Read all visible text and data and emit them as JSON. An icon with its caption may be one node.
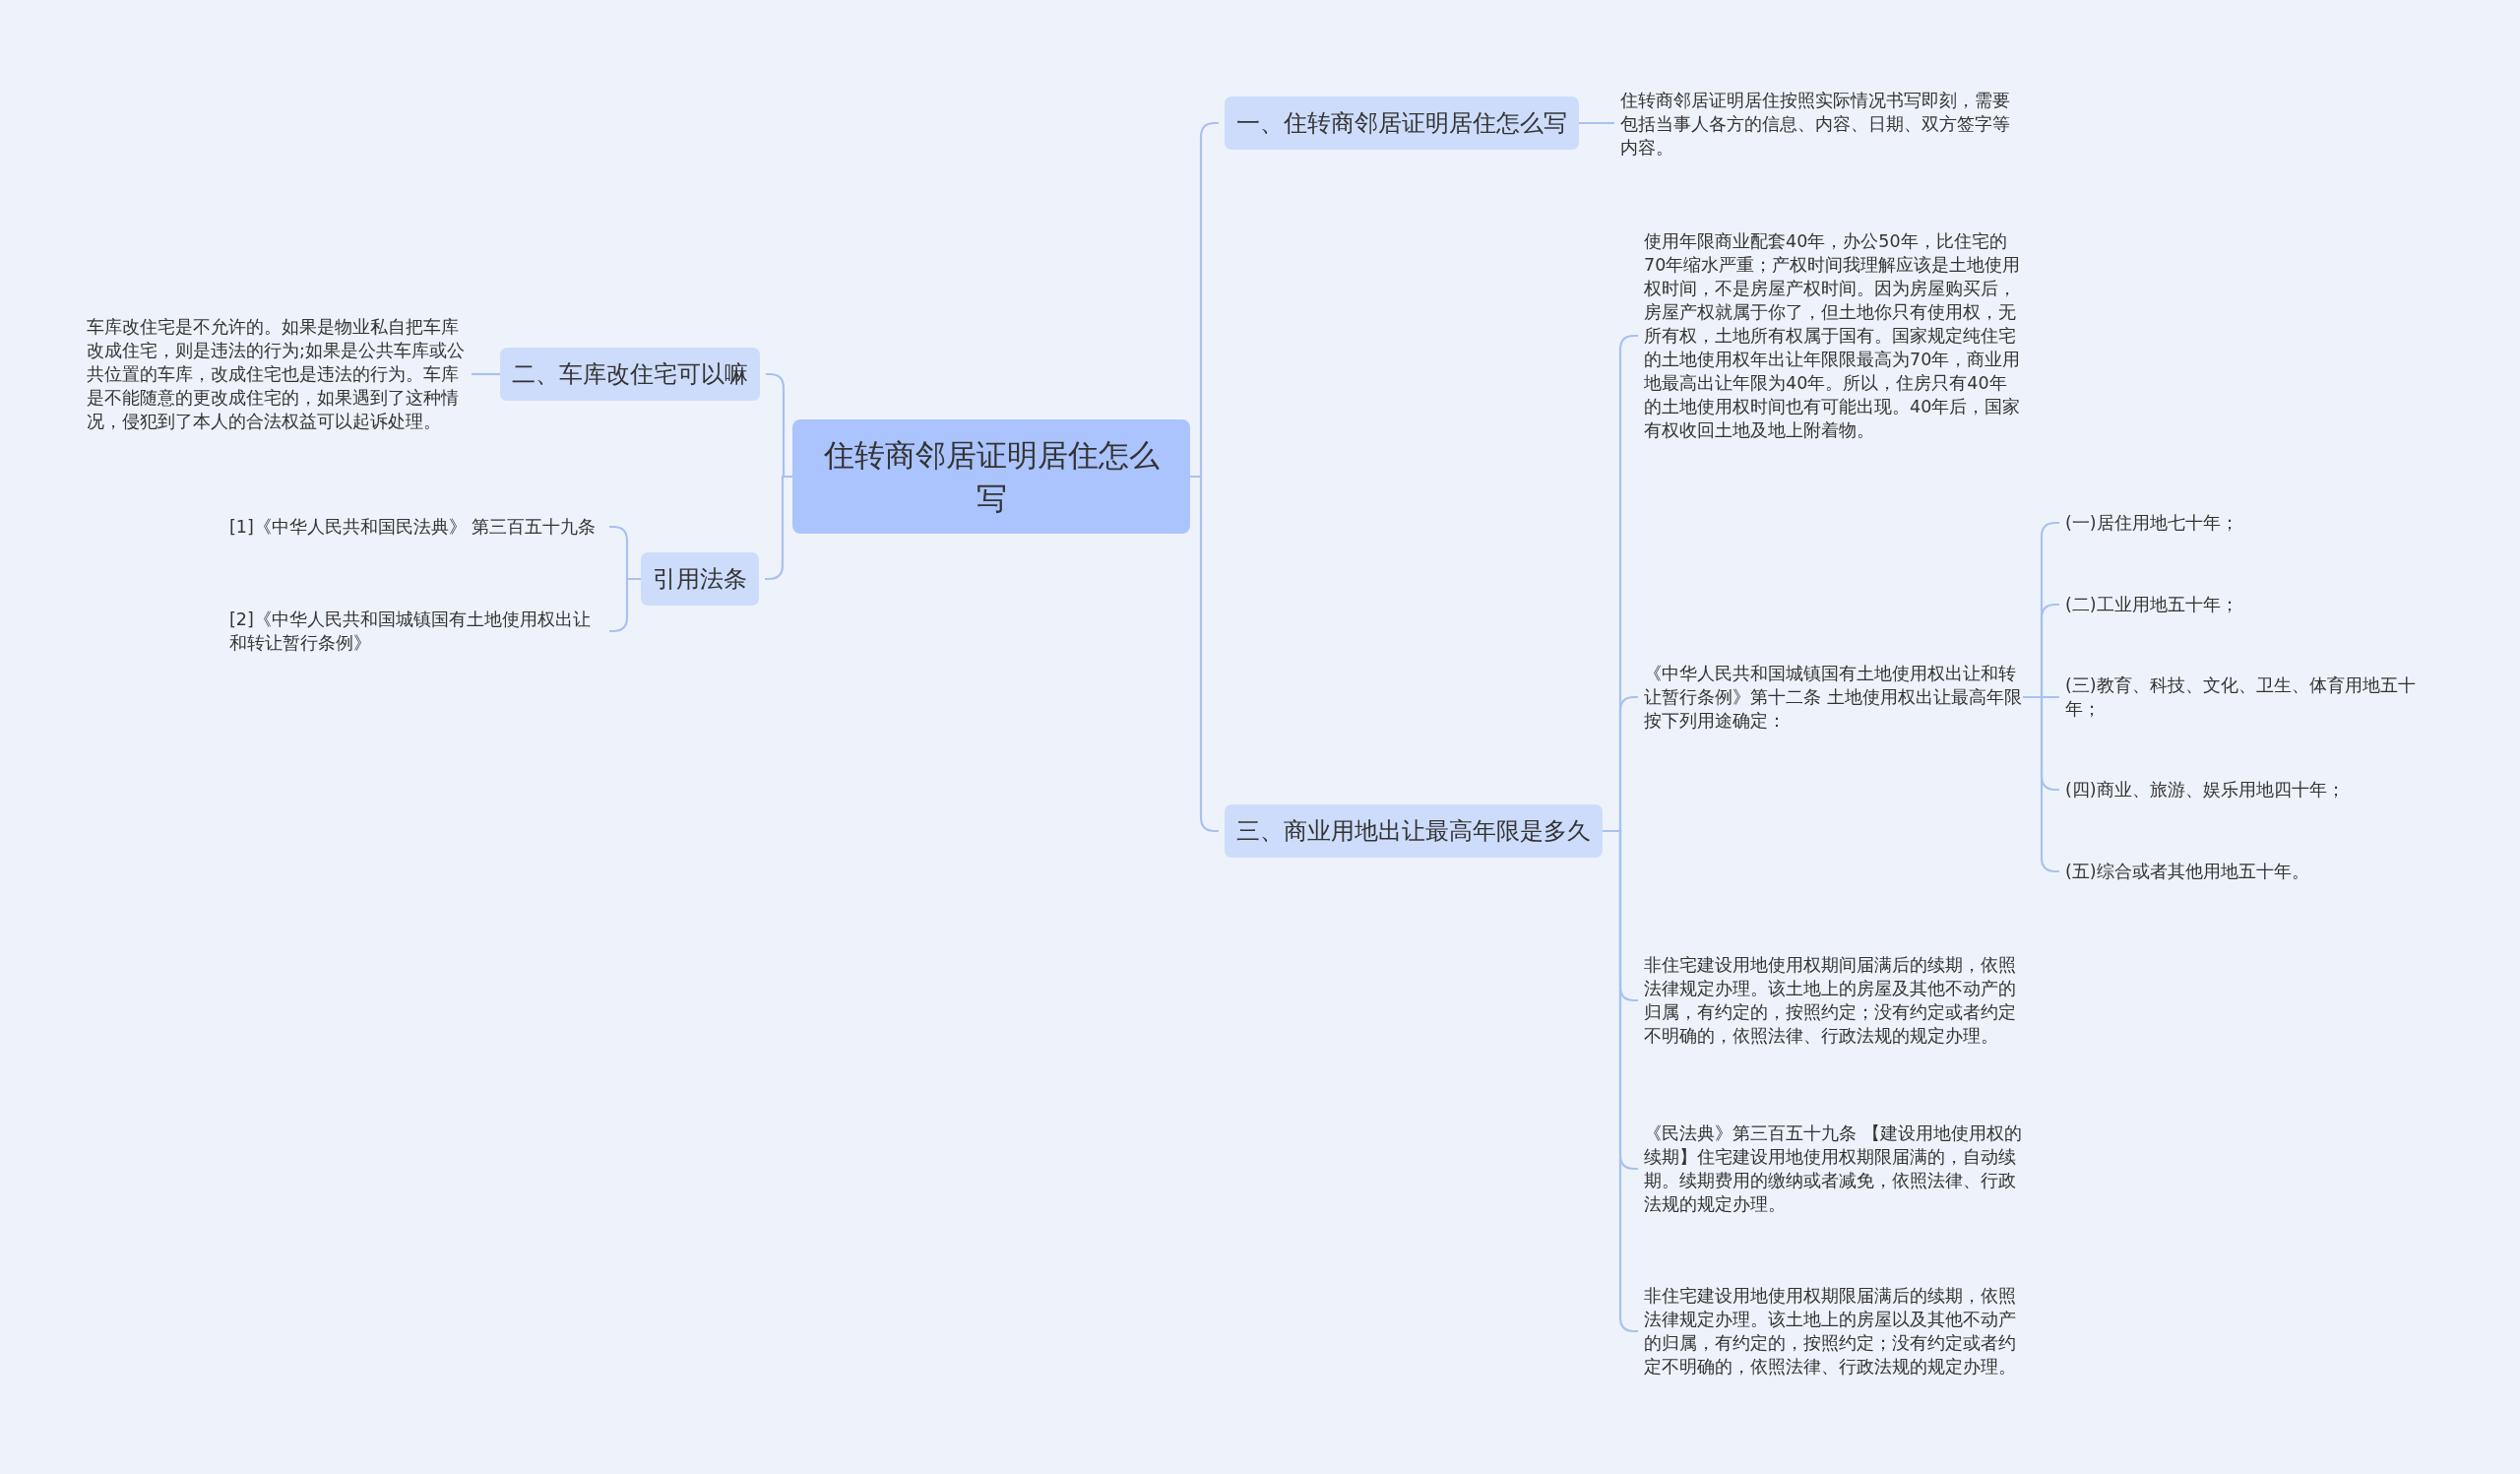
{
  "diagram": {
    "nodes": [
      {
        "text": [
          "住转商邻居证明居住怎么写"
        ]
      },
      {
        "text": [
          "一、住转商邻居证明居住怎么写"
        ]
      },
      {
        "text": [
          "住转商邻居证明居住按照实际情况书写即刻，需要包括当事人各方的信息、内容、日期、双方签字等内容。"
        ]
      },
      {
        "text": [
          "二、车库改住宅可以嘛"
        ]
      },
      {
        "text": [
          "车库改住宅是不允许的。如果是物业私自把车库改成住宅，则是违法的行为;如果是公共车库或公共位置的车库，改成住宅也是违法的行为。车库是不能随意的更改成住宅的，如果遇到了这种情况，侵犯到了本人的合法权益可以起诉处理。"
        ]
      },
      {
        "text": [
          "引用法条"
        ]
      },
      {
        "text": [
          "[1]《中华人民共和国民法典》 第三百五十九条"
        ]
      },
      {
        "text": [
          "[2]《中华人民共和国城镇国有土地使用权出让和转让暂行条例》"
        ]
      },
      {
        "text": [
          "三、商业用地出让最高年限是多久"
        ]
      },
      {
        "text": [
          "使用年限商业配套40年，办公50年，比住宅的70年缩水严重；产权时间我理解应该是土地使用权时间，不是房屋产权时间。因为房屋购买后，房屋产权就属于你了，但土地你只有使用权，无所有权，土地所有权属于国有。国家规定纯住宅的土地使用权年出让年限限最高为70年，商业用地最高出让年限为40年。所以，住房只有40年的土地使用权时间也有可能出现。40年后，国家有权收回土地及地上附着物。"
        ]
      },
      {
        "text": [
          "《中华人民共和国城镇国有土地使用权出让和转让暂行条例》第十二条 土地使用权出让最高年限按下列用途确定："
        ]
      },
      {
        "text": [
          "(一)居住用地七十年；"
        ]
      },
      {
        "text": [
          "(二)工业用地五十年；"
        ]
      },
      {
        "text": [
          "(三)教育、科技、文化、卫生、体育用地五十年；"
        ]
      },
      {
        "text": [
          "(四)商业、旅游、娱乐用地四十年；"
        ]
      },
      {
        "text": [
          "(五)综合或者其他用地五十年。"
        ]
      },
      {
        "text": [
          "非住宅建设用地使用权期间届满后的续期，依照法律规定办理。该土地上的房屋及其他不动产的归属，有约定的，按照约定；没有约定或者约定不明确的，依照法律、行政法规的规定办理。"
        ]
      },
      {
        "text": [
          "《民法典》第三百五十九条 【建设用地使用权的续期】住宅建设用地使用权期限届满的，自动续期。续期费用的缴纳或者减免，依照法律、行政法规的规定办理。"
        ]
      },
      {
        "text": [
          "非住宅建设用地使用权期限届满后的续期，依照法律规定办理。该土地上的房屋以及其他不动产的归属，有约定的，按照约定；没有约定或者约定不明确的，依照法律、行政法规的规定办理。"
        ]
      }
    ],
    "edges": [
      {
        "from": 0,
        "to": 1,
        "arrow": "none"
      },
      {
        "from": 1,
        "to": 2,
        "arrow": "none"
      },
      {
        "from": 0,
        "to": 3,
        "arrow": "none"
      },
      {
        "from": 3,
        "to": 4,
        "arrow": "none"
      },
      {
        "from": 0,
        "to": 5,
        "arrow": "none"
      },
      {
        "from": 5,
        "to": 6,
        "arrow": "none"
      },
      {
        "from": 5,
        "to": 7,
        "arrow": "none"
      },
      {
        "from": 0,
        "to": 8,
        "arrow": "none"
      },
      {
        "from": 8,
        "to": 9,
        "arrow": "none"
      },
      {
        "from": 8,
        "to": 10,
        "arrow": "none"
      },
      {
        "from": 10,
        "to": 11,
        "arrow": "none"
      },
      {
        "from": 10,
        "to": 12,
        "arrow": "none"
      },
      {
        "from": 10,
        "to": 13,
        "arrow": "none"
      },
      {
        "from": 10,
        "to": 14,
        "arrow": "none"
      },
      {
        "from": 10,
        "to": 15,
        "arrow": "none"
      },
      {
        "from": 8,
        "to": 16,
        "arrow": "none"
      },
      {
        "from": 8,
        "to": 17,
        "arrow": "none"
      },
      {
        "from": 8,
        "to": 18,
        "arrow": "none"
      }
    ]
  }
}
